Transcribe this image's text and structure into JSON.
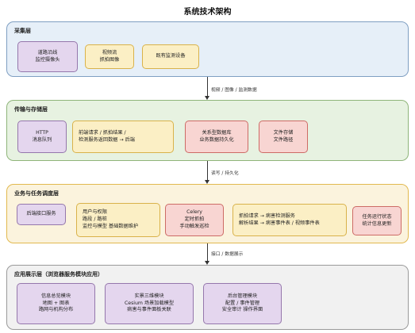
{
  "title": "系统技术架构",
  "layers": {
    "acquisition": {
      "title": "采集层",
      "boxes": [
        {
          "lines": [
            "道路沿线",
            "监控摄像头"
          ]
        },
        {
          "lines": [
            "视频流",
            "抓拍图像"
          ]
        },
        {
          "lines": [
            "既有监测设备"
          ]
        }
      ]
    },
    "transport": {
      "title": "传输与存储层",
      "boxes": [
        {
          "lines": [
            "HTTP",
            "消息队列"
          ]
        },
        {
          "lines": [
            "前端请求 / 抓拍结果 /",
            "检测服务返回数据 → 后端"
          ]
        },
        {
          "lines": [
            "关系型数据库",
            "业务数据持久化"
          ]
        },
        {
          "lines": [
            "文件存储",
            "文件路径"
          ]
        }
      ]
    },
    "business": {
      "title": "业务与任务调度层",
      "boxes": [
        {
          "lines": [
            "后端接口服务"
          ]
        },
        {
          "lines": [
            "用户与权限",
            "路段 / 路桩",
            "监控与模型  基础数据维护"
          ]
        },
        {
          "lines": [
            "Celery",
            "定时抓拍",
            "手动触发巡检"
          ]
        },
        {
          "lines": [
            "抓拍请求 → 病害检测服务",
            "解析结果 → 病害事件表 / 视频事件表"
          ]
        },
        {
          "lines": [
            "任务运行状态",
            "统计信息更新"
          ]
        }
      ]
    },
    "presentation": {
      "title": "应用展示层（浏览器服务模块应用）",
      "boxes": [
        {
          "lines": [
            "信息总览模块",
            "地图 + 图表",
            "路网与机构分布"
          ]
        },
        {
          "lines": [
            "实景三维模块",
            "Cesium 场景加载模型",
            "病害与事件面板关联"
          ]
        },
        {
          "lines": [
            "后台管理模块",
            "配置 / 事件管理",
            "安全审计  操作界面"
          ]
        }
      ]
    }
  },
  "connectors": [
    {
      "label": "视频 / 图像 / 监测数据"
    },
    {
      "label": "读写 / 持久化"
    },
    {
      "label": "接口 / 数据展示"
    }
  ]
}
